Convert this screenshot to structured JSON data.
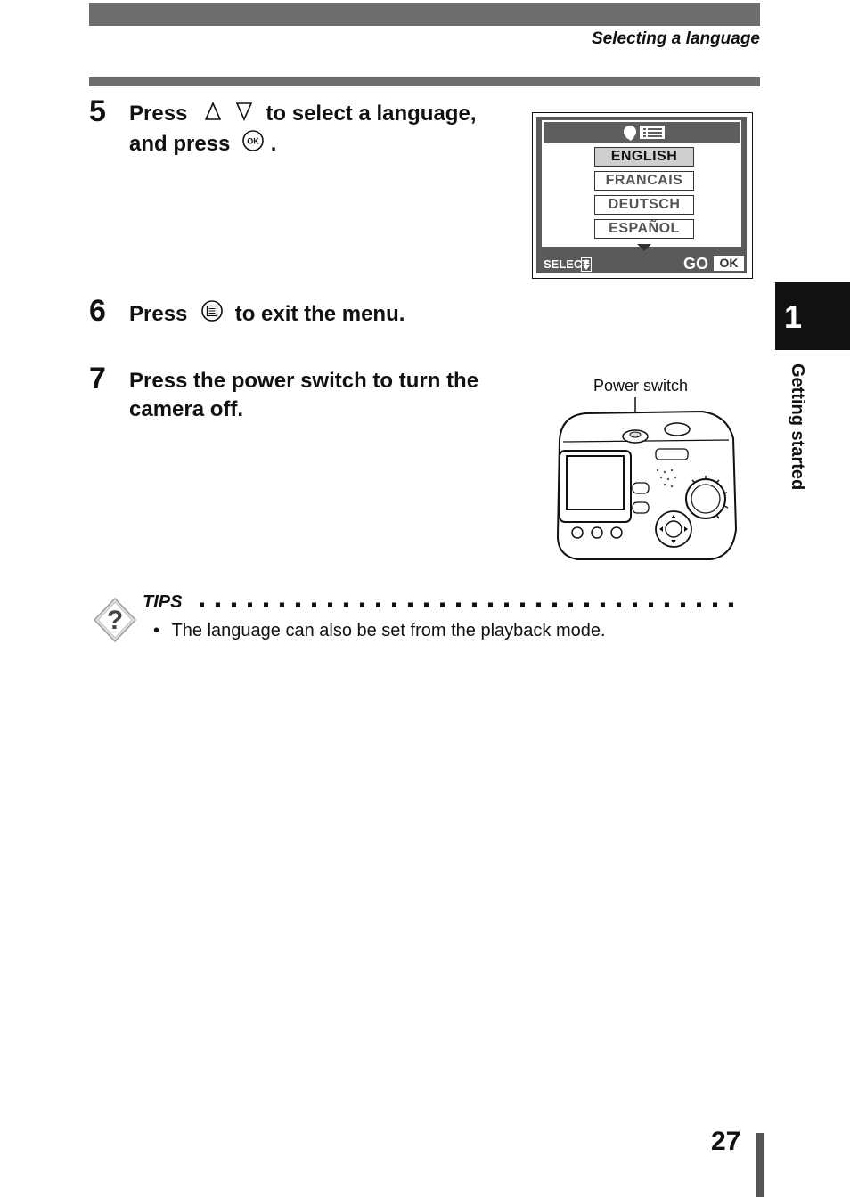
{
  "header": {
    "section_title": "Selecting a language"
  },
  "steps": [
    {
      "number": "5",
      "line1_a": "Press",
      "line1_b": "to select a language,",
      "line2_a": "and press",
      "line2_b": "."
    },
    {
      "number": "6",
      "text_a": "Press",
      "text_b": "to exit the menu."
    },
    {
      "number": "7",
      "line1": "Press the power switch to turn the",
      "line2": "camera off."
    }
  ],
  "lcd": {
    "languages": [
      "ENGLISH",
      "FRANCAIS",
      "DEUTSCH",
      "ESPAÑOL"
    ],
    "selected": "ENGLISH",
    "footer_select": "SELECT",
    "footer_go": "GO",
    "footer_ok": "OK"
  },
  "camera_illustration": {
    "callout": "Power switch"
  },
  "side_tab": {
    "chapter_number": "1",
    "chapter_label": "Getting started"
  },
  "tips": {
    "label": "TIPS",
    "bullet": "•",
    "items": [
      "The language can also be set from the playback mode."
    ]
  },
  "footer": {
    "page_number": "27"
  },
  "icons": [
    "up-arrow-icon",
    "down-arrow-icon",
    "ok-button-icon",
    "menu-button-icon",
    "tips-question-icon",
    "language-icon",
    "updown-icon"
  ],
  "colors": {
    "bar_gray": "#6d6d6d",
    "lcd_dark": "#5a5a5a",
    "tab_black": "#111111"
  }
}
